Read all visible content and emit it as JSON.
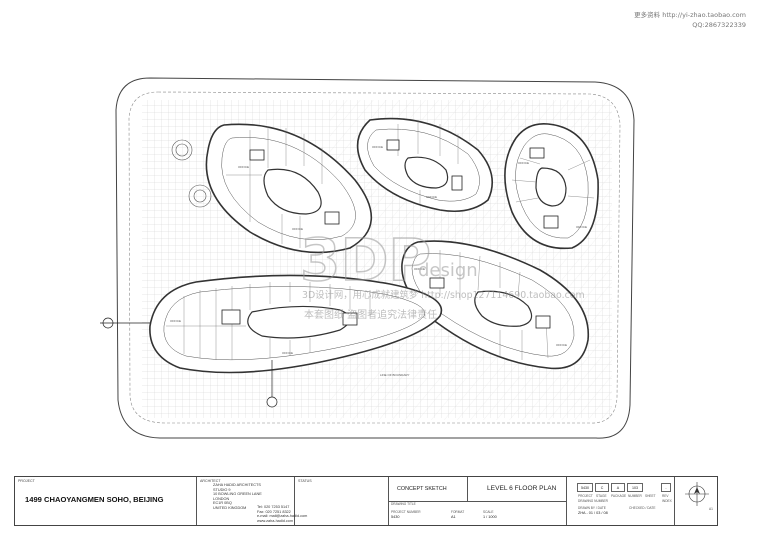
{
  "watermark": {
    "top_line": "更多资料 http://yi-zhao.taobao.com",
    "qq_line": "QQ:2867322339",
    "center_logo": "3DP",
    "center_logo_suffix": "design",
    "center_url": "3D设计网，用心成就建筑梦 http://shop127114690.taobao.com",
    "center_notice": "本套图纸 盗图者追究法律责任"
  },
  "plan": {
    "room_label": "OFFICE",
    "road_label": "LINE OF BOUNDARY"
  },
  "title_block": {
    "project_label": "PROJECT",
    "project_name": "1499 CHAOYANGMEN SOHO, BEIJING",
    "architect_label": "ARCHITECT",
    "architect_lines": [
      "ZAHA HADID ARCHITECTS",
      "STUDIO 9",
      "10 BOWLING GREEN LANE",
      "LONDON",
      "EC1R 0BQ",
      "UNITED KINGDOM"
    ],
    "architect_contact": [
      "Tel: 020 7253 5147",
      "Fax: 020 7251 8322",
      "e-mail: mail@zaha-hadid.com",
      "www.zaha-hadid.com"
    ],
    "status_label": "STATUS",
    "sheet_type": "CONCEPT SKETCH",
    "sheet_title": "LEVEL 6 FLOOR PLAN",
    "drawing_title_label": "DRAWING TITLE",
    "project_number_label": "PROJECT NUMBER",
    "project_number": "5430",
    "format_label": "FORMAT",
    "format": "A1",
    "scale_label": "SCALE",
    "scale": "1 / 1000",
    "code_boxes": [
      "5430",
      "C",
      "A",
      "103",
      "-"
    ],
    "code_labels": [
      "PROJECT",
      "STAGE",
      "PACKAGE",
      "NUMBER",
      "SHEET",
      "REV"
    ],
    "drawing_number_label": "DRAWING NUMBER",
    "drawn_by_label": "DRAWN BY / DATE",
    "drawn_by": "ZHA - 01 / 03 / 08",
    "checked_label": "CHECKED / DATE",
    "index_label": "INDEX",
    "north_label": "A1"
  }
}
